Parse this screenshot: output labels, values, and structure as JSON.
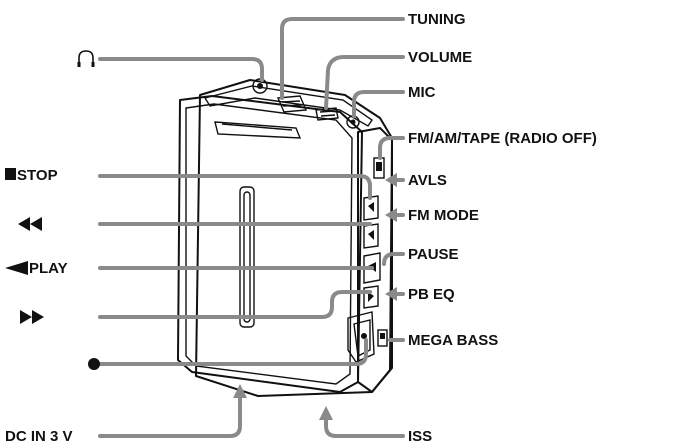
{
  "labels": {
    "headphones": "",
    "tuning": "TUNING",
    "volume": "VOLUME",
    "mic": "MIC",
    "fm_am_tape": "FM/AM/TAPE (RADIO OFF)",
    "stop": "STOP",
    "avls": "AVLS",
    "rewind": "",
    "fm_mode": "FM MODE",
    "play": "PLAY",
    "pause": "PAUSE",
    "fast_forward": "",
    "pb_eq": "PB EQ",
    "record": "",
    "mega_bass": "MEGA BASS",
    "dc_in": "DC IN 3 V",
    "iss": "ISS"
  },
  "icons": {
    "headphones": "headphones-icon",
    "stop": "stop-square-icon",
    "rewind": "rewind-icon",
    "play": "play-reverse-triangle-icon",
    "fast_forward": "fast-forward-icon",
    "record": "record-dot-icon"
  }
}
